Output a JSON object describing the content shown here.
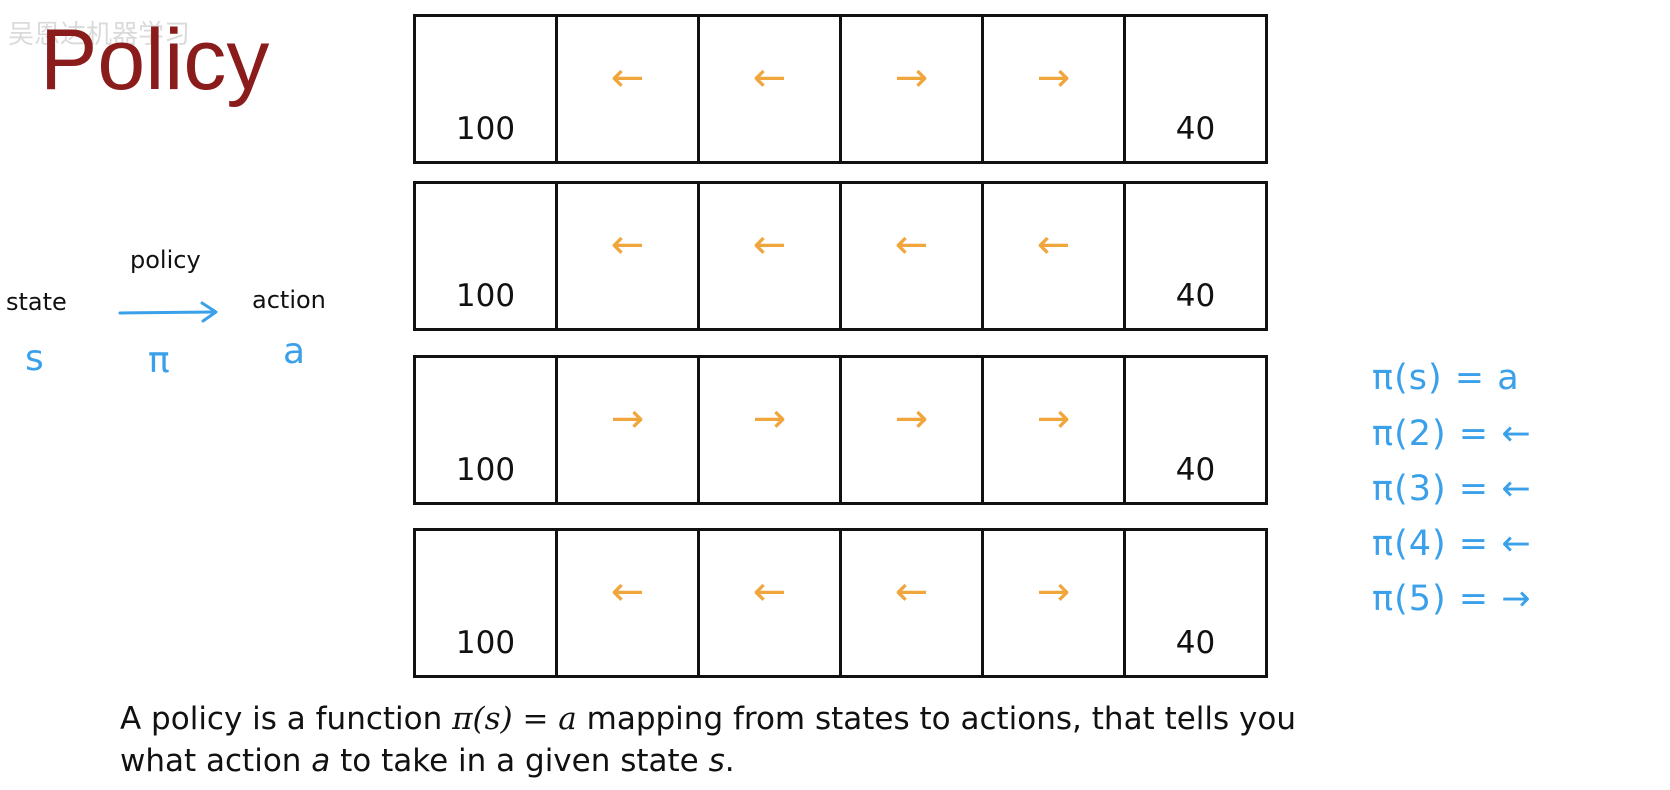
{
  "title": "Policy",
  "watermark": "吴恩达机器学习",
  "mapping": {
    "state_label": "state",
    "state_symbol": "s",
    "policy_label": "policy",
    "policy_symbol": "π",
    "action_label": "action",
    "action_symbol": "a"
  },
  "grid": {
    "rows": [
      {
        "cells": [
          {
            "value": "100",
            "arrow": ""
          },
          {
            "value": "",
            "arrow": "←"
          },
          {
            "value": "",
            "arrow": "←"
          },
          {
            "value": "",
            "arrow": "→"
          },
          {
            "value": "",
            "arrow": "→"
          },
          {
            "value": "40",
            "arrow": ""
          }
        ]
      },
      {
        "cells": [
          {
            "value": "100",
            "arrow": ""
          },
          {
            "value": "",
            "arrow": "←"
          },
          {
            "value": "",
            "arrow": "←"
          },
          {
            "value": "",
            "arrow": "←"
          },
          {
            "value": "",
            "arrow": "←"
          },
          {
            "value": "40",
            "arrow": ""
          }
        ]
      },
      {
        "cells": [
          {
            "value": "100",
            "arrow": ""
          },
          {
            "value": "",
            "arrow": "→"
          },
          {
            "value": "",
            "arrow": "→"
          },
          {
            "value": "",
            "arrow": "→"
          },
          {
            "value": "",
            "arrow": "→"
          },
          {
            "value": "40",
            "arrow": ""
          }
        ]
      },
      {
        "cells": [
          {
            "value": "100",
            "arrow": ""
          },
          {
            "value": "",
            "arrow": "←"
          },
          {
            "value": "",
            "arrow": "←"
          },
          {
            "value": "",
            "arrow": "←"
          },
          {
            "value": "",
            "arrow": "→"
          },
          {
            "value": "40",
            "arrow": ""
          }
        ]
      }
    ]
  },
  "equations": [
    "π(s) = a",
    "π(2) = ←",
    "π(3) = ←",
    "π(4) = ←",
    "π(5) = →"
  ],
  "caption": {
    "part1": "A policy is a function ",
    "formula": "π(s) = a",
    "part2": " mapping from states to actions, that tells you",
    "part3": "what action ",
    "action_var": "a",
    "part4": " to take in a given state ",
    "state_var": "s",
    "part5": "."
  },
  "colors": {
    "title": "#8b1c1c",
    "handwriting": "#3aa0ea",
    "arrow": "#f0a63c"
  }
}
